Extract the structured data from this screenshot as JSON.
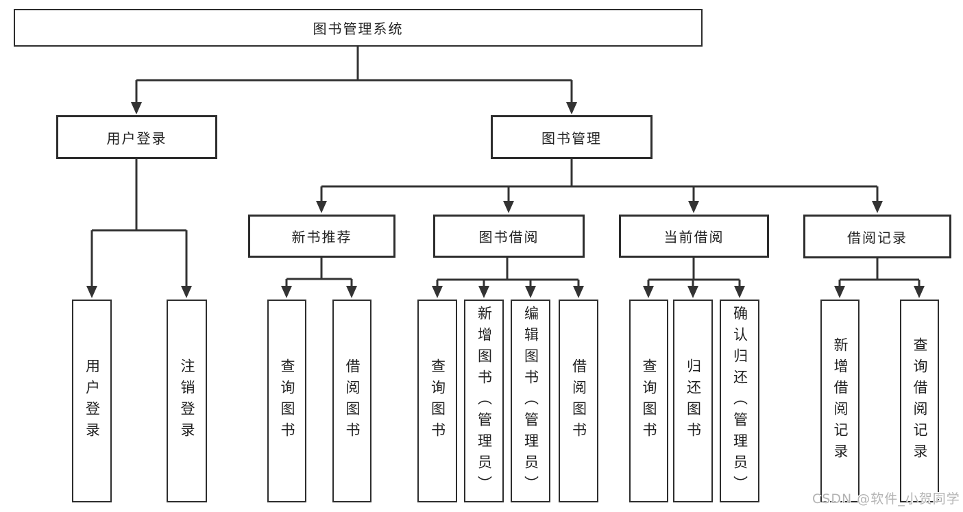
{
  "diagram": {
    "root": {
      "label": "图书管理系统"
    },
    "branches": [
      {
        "label": "用户登录",
        "children": [
          {
            "label": "用户登录"
          },
          {
            "label": "注销登录"
          }
        ]
      },
      {
        "label": "图书管理",
        "children": [
          {
            "label": "新书推荐",
            "children": [
              {
                "label": "查询图书"
              },
              {
                "label": "借阅图书"
              }
            ]
          },
          {
            "label": "图书借阅",
            "children": [
              {
                "label": "查询图书"
              },
              {
                "label": "新增图书（管理员）"
              },
              {
                "label": "编辑图书（管理员）"
              },
              {
                "label": "借阅图书"
              }
            ]
          },
          {
            "label": "当前借阅",
            "children": [
              {
                "label": "查询图书"
              },
              {
                "label": "归还图书"
              },
              {
                "label": "确认归还（管理员）"
              }
            ]
          },
          {
            "label": "借阅记录",
            "children": [
              {
                "label": "新增借阅记录"
              },
              {
                "label": "查询借阅记录"
              }
            ]
          }
        ]
      }
    ]
  },
  "watermark": {
    "text": "CSDN @软件_小贺同学"
  },
  "colors": {
    "line": "#333333",
    "box_border": "#2d2d2d",
    "text": "#222222",
    "watermark": "#b3b3b3",
    "background": "#ffffff"
  }
}
